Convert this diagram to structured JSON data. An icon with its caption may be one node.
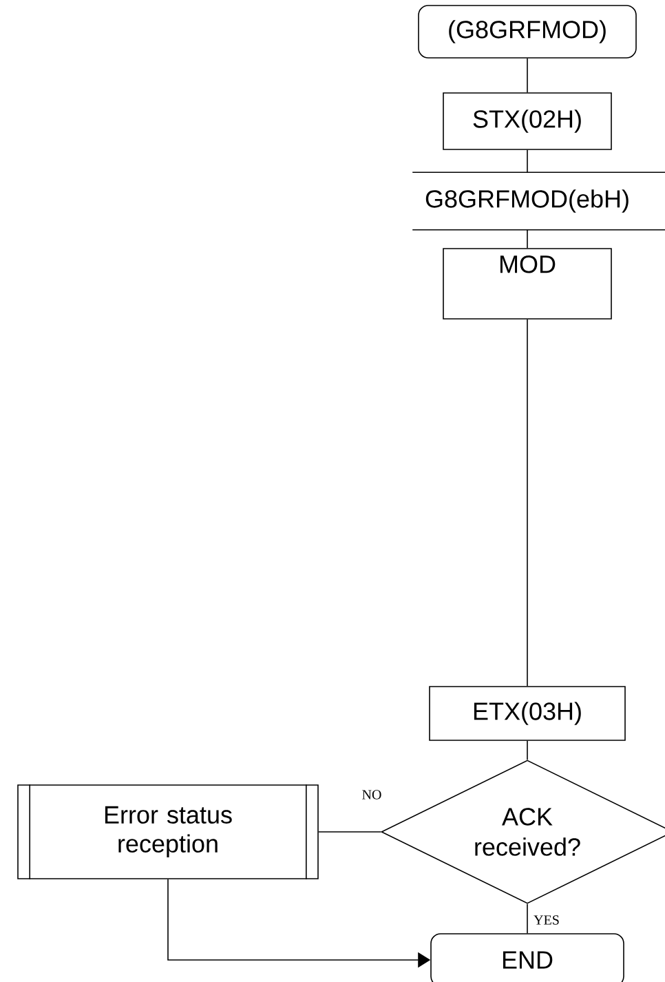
{
  "diagram": {
    "nodes": [
      {
        "text": [
          "(G8GRFMOD)"
        ]
      },
      {
        "text": [
          "STX(02H)"
        ]
      },
      {
        "text": [
          "G8GRFMOD(ebH)"
        ]
      },
      {
        "text": [
          "MOD"
        ]
      },
      {
        "text": [
          "ETX(03H)"
        ]
      },
      {
        "text": [
          "ACK received?"
        ]
      },
      {
        "text": [
          "Error status reception"
        ]
      },
      {
        "text": [
          "END"
        ]
      }
    ],
    "edges": [
      {
        "from": 0,
        "to": 1,
        "arrow": "none"
      },
      {
        "from": 1,
        "to": 2,
        "arrow": "none"
      },
      {
        "from": 2,
        "to": 3,
        "arrow": "none"
      },
      {
        "from": 3,
        "to": 4,
        "arrow": "none"
      },
      {
        "from": 4,
        "to": 5,
        "arrow": "none"
      },
      {
        "from": 5,
        "to": 6,
        "arrow": "none",
        "label": "NO"
      },
      {
        "from": 6,
        "to": 7,
        "arrow": "to"
      },
      {
        "from": 5,
        "to": 7,
        "arrow": "none",
        "label": "YES"
      }
    ]
  }
}
